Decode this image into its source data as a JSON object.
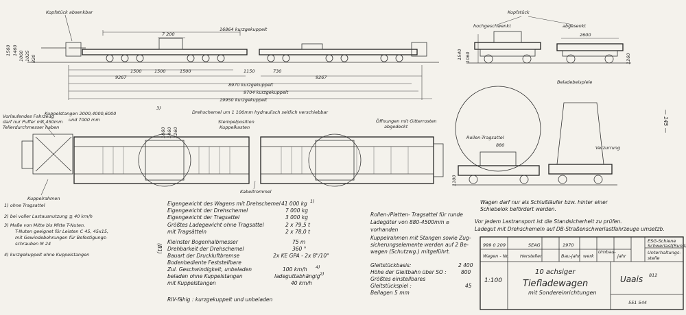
{
  "side_view": {
    "labels": {
      "kopfstueck_absenkbar": "Kopfstück absenkbar",
      "dim_7200": "7 200",
      "dim_16864": "16864 kurzgekuppelt",
      "dim_1500a": "1500",
      "dim_1500b": "1500",
      "dim_1500c": "1500",
      "dim_9267a": "9267",
      "dim_9267b": "9267",
      "dim_1150": "1150",
      "dim_730": "730",
      "dim_8970": "8970 kurzgekuppelt",
      "dim_9704": "9704 kurzgekuppelt",
      "dim_19950": "19950 kurzgekuppelt",
      "left_h1": "1560",
      "left_h2": "1460",
      "left_h3": "1060",
      "left_h4": "1025",
      "left_h5": "820"
    }
  },
  "end_views": {
    "kopfstueck": "Kopfstück",
    "hochgeschwenkt": "hochgeschwenkt",
    "abgesenkt": "abgesenkt",
    "dim_2600": "2600",
    "h1": "1540",
    "h2": "1060",
    "h3": "1260"
  },
  "plan_view": {
    "labels": {
      "vorlaufendes": "Vorlaufendes Fahrzeug",
      "puffer": "darf nur Puffer mit 450mm",
      "teller": "Tellerdurchmesser haben",
      "kuppelstangen": "Kuppelstangen 2000,4000,6000",
      "kuppelstangen2": "und 7000 mm",
      "drehschemel": "Drehschemel um 1 100mm hydraulisch seitlich verschiebbar",
      "stempelposition": "Stempelposition",
      "kuppelkasten": "Kuppelkasten",
      "oeffnungen": "Öffnungen mit Gitterrosten",
      "abgedeckt": "abgedeckt",
      "rollen_tragsattel": "Rollen-Tragsattel",
      "dim_880": "880",
      "kuppelrahmen": "Kuppelrahmen",
      "kabeltrommel": "Kabeltrommel",
      "d1": "3)",
      "d2": "1860",
      "d3": "1460",
      "d4": "1260"
    }
  },
  "load_view": {
    "beladebeispiele": "Beladebeispiele",
    "verzurrung": "Verzurrung",
    "h1": "1100"
  },
  "notes": [
    "1)  ohne Tragsattel",
    "2)  bei voller Lastausnutzung ≦ 40 km/h",
    "3)  Maße von Mitte bis Mitte T-Nuten.",
    "T-Nuten geeignet für Leisten C 45, 45x15,",
    "mit Gewindebohrungen für Befestigungs-",
    "schrauben M 24",
    "4)  kurzgekuppelt ohne Kuppelstangen"
  ],
  "side_mark": "(B1)",
  "specs": [
    {
      "label": "Eigengewicht des Wagens mit Drehschemel",
      "value": "41 000 kg",
      "sup": "1)"
    },
    {
      "label": "Eigengewicht der Drehschemel",
      "value": "7 000 kg",
      "sup": ""
    },
    {
      "label": "Eigengewicht der Tragsattel",
      "value": "3 000 kg",
      "sup": ""
    },
    {
      "label": "Größtes Ladegewicht   ohne Tragsattel",
      "value": "2 x 79,5 t",
      "sup": ""
    },
    {
      "label": "                              mit Tragsätteln",
      "value": "2 x 78,0 t",
      "sup": ""
    },
    {
      "label": "Kleinster Bogenhalbmesser",
      "value": "75 m",
      "sup": ""
    },
    {
      "label": "Drehbarkeit der Drehschemel",
      "value": "360 °",
      "sup": ""
    },
    {
      "label": "Bauart der Druckluftbremse",
      "value": "2x KE GPA - 2x 8\"/10\"",
      "sup": ""
    },
    {
      "label": "Bodenbediente Feststellbare",
      "value": "",
      "sup": ""
    },
    {
      "label": "Zul. Geschwindigkeit, unbeladen",
      "value": "100 km/h",
      "sup": "4)"
    },
    {
      "label": "   beladen  ohne Kuppelstangen",
      "value": "ladeguttabhängig",
      "sup": "2)"
    },
    {
      "label": "               mit  Kuppelstangen",
      "value": "40 km/h",
      "sup": ""
    },
    {
      "label": "RIV-fähig : kurzgekuppelt und unbeladen",
      "value": "",
      "sup": ""
    }
  ],
  "roller_notes": [
    "Rollen-/Platten- Tragsattel für runde",
    "Ladegüter von 880-4500mm ⌀",
    "vorhanden",
    "Kuppelrahmen mit Stangen sowie Zug-",
    "sicherungselemente werden auf 2 Be-",
    "wagen (Schutzwg.) mitgeführt."
  ],
  "track_values": [
    {
      "label": "Gleitstückbasis:",
      "value": "2 400"
    },
    {
      "label": "Höhe der Gleitbahn über SO :",
      "value": "800"
    },
    {
      "label": "Größtes einstellbares",
      "value": ""
    },
    {
      "label": "Gleitstückspiel :",
      "value": "45"
    },
    {
      "label": "Beilagen 5 mm",
      "value": ""
    }
  ],
  "right_notes": [
    "Wagen darf nur als Schlußläufer bzw. hinter einer",
    "Schiebelok befördert werden.",
    "Vor jedem Lastransport ist die Standsicherheit zu prüfen.",
    "Ladegut mit Drehschemeln auf DB-Straßenschwerlastfahrzeuge umsetzb."
  ],
  "title_block": {
    "number": "999 0 209",
    "firm": "SEAG",
    "year": "1970",
    "col_wagen": "Wagen - Nr.",
    "col_hersteller": "Hersteller",
    "col_bau": "Bau-jahr",
    "col_werk": "werk",
    "col_umbau": "Umbau-",
    "col_jahr": "jahr",
    "esg1": "ESG-Schiene",
    "esg2": "Schwerlast(Rund)",
    "unterhaltung1": "Unterhaltungs-",
    "unterhaltung2": "stelle",
    "scale": "1:100",
    "title1": "10 achsiger",
    "title2": "Tiefladewagen",
    "title3": "mit Sondereinrichtungen",
    "class": "Uaais",
    "class_sup": "812",
    "sheet": "551 544"
  },
  "page_number": "— 145 —"
}
